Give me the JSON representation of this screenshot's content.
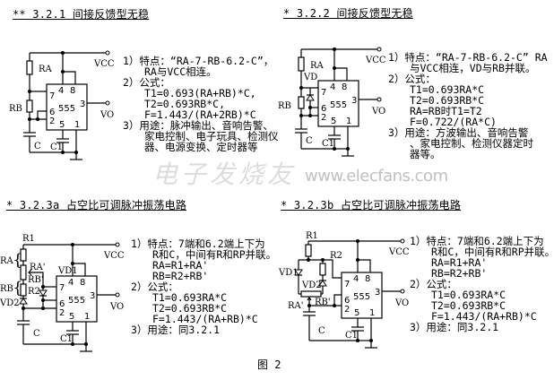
{
  "figure_label": "图 2",
  "watermark": {
    "brand": "电子发烧友",
    "url": "www.elecfans.com"
  },
  "common": {
    "vcc": "VCC",
    "vo": "VO",
    "chip": "555",
    "c": "C",
    "c1": "C1",
    "pins": {
      "p4": "4",
      "p8": "8",
      "p7": "7",
      "p6": "6",
      "p2": "2",
      "p3": "3",
      "p5": "5",
      "p1": "1"
    }
  },
  "sections": [
    {
      "title": "** 3.2.1 间接反馈型无稳",
      "labels": {
        "ra": "RA",
        "rb": "RB"
      },
      "notes": [
        "1）特点：“RA-7-RB-6.2-C”，",
        "RA与VCC相连。",
        "2）公式：",
        "T1=0.693(RA+RB)*C,",
        "T2=0.693RB*C,",
        "F=1.443/(RA+2RB)*C",
        "3）用途：脉冲输出、音响告警、",
        "家电控制、电子玩具、检测仪",
        "器、电源变换、定时器等"
      ]
    },
    {
      "title": "* 3.2.2 间接反馈型无稳",
      "labels": {
        "ra": "RA",
        "rb": "RB",
        "vd": "VD"
      },
      "notes": [
        "1）特点：“RA-7-RB-6.2-C” RA",
        "与VCC相连，VD与RB并联。",
        "2）公式：",
        "T1=0.693RA*C",
        "T2=0.693RB*C",
        "RA=RB时T1=T2",
        "F=0.722/(RA*C)",
        "3）用途：方波输出、音响告警",
        "、家电控制、检测仪器定时",
        "器等。"
      ]
    },
    {
      "title": "* 3.2.3a 占空比可调脉冲振荡电路",
      "labels": {
        "r1": "R1",
        "r2": "R2",
        "ra": "RA",
        "rb": "RB",
        "ra_p": "RA'",
        "rb_p": "RB'",
        "vd1": "VD1",
        "vd2": "VD2",
        "brace": "{"
      },
      "notes": [
        "1）特点：7端和6.2端上下为",
        "R和C，中间有R和RP并联。",
        "RA=R1+RA'",
        "RB=R2+RB'",
        "2）公式：",
        "T1=0.693RA*C",
        "T2=0.693RB*C",
        "F=1.443/(RA+RB)*C",
        "3）用途：同3.2.1"
      ]
    },
    {
      "title": "* 3.2.3b 占空比可调脉冲振荡电路",
      "labels": {
        "r1": "R1",
        "r2": "R2",
        "ra_p": "RA'",
        "rb_p": "RB'",
        "vd1": "VD1",
        "vd2": "VD2"
      },
      "notes": [
        "1）特点：7端和6.2端上下为",
        "R和C，中间有R和RP并联。",
        "RA=R1+RA'",
        "RB=R2+RB'",
        "2）公式：",
        "T1=0.693RA*C",
        "T2=0.693RB*C",
        "F=1.443/(RA+RB)*C",
        "3）用途：同3.2.1"
      ]
    }
  ]
}
